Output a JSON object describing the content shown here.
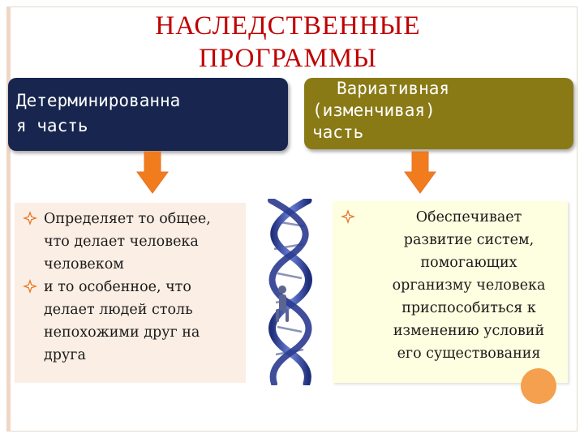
{
  "slide": {
    "title_line1": "НАСЛЕДСТВЕННЫЕ",
    "title_line2": "ПРОГРАММЫ"
  },
  "left_box": {
    "line1": "Детерминированна",
    "line2": "я часть"
  },
  "right_box": {
    "line1": "Вариативная",
    "line2": "(изменчивая)",
    "line3": "часть"
  },
  "left_panel": {
    "items": [
      {
        "lines": [
          "Определяет то общее,",
          "что делает человека",
          "человеком"
        ]
      },
      {
        "lines": [
          "и то особенное, что",
          "делает людей столь",
          "непохожими друг на",
          "друга"
        ]
      }
    ]
  },
  "right_panel": {
    "lines": [
      "Обеспечивает",
      "развитие систем,",
      "помогающих",
      "организму человека",
      "приспособиться к",
      "изменению условий",
      "его существования"
    ]
  },
  "colors": {
    "title": "#c00000",
    "left_box": "#17254f",
    "right_box": "#8a7a15",
    "arrow": "#f07c1e",
    "bullet": "#e87722",
    "accent_circle": "#f4a04e"
  },
  "icons": {
    "arrow": "down-arrow-icon",
    "bullet": "four-point-star-bullet-icon",
    "image": "dna-helix-image"
  }
}
